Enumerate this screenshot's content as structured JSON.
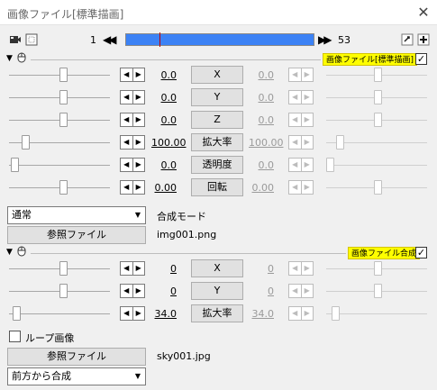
{
  "window": {
    "title": "画像ファイル[標準描画]",
    "close_glyph": "✕"
  },
  "toolbar": {
    "start_frame": "1",
    "end_frame": "53",
    "prev_glyph": "◀◀",
    "next_glyph": "▶▶",
    "playhead_fraction": 0.18
  },
  "colors": {
    "badge": "#ffff00",
    "timeline": "#3c82f5",
    "playhead": "#c00000"
  },
  "stepper_glyphs": {
    "left": "◀",
    "right": "▶"
  },
  "section1": {
    "badge": "画像ファイル[標準描画]",
    "checkbox_glyph": "✓",
    "params": [
      {
        "label": "X",
        "value": "0.0",
        "end_value": "0.0"
      },
      {
        "label": "Y",
        "value": "0.0",
        "end_value": "0.0"
      },
      {
        "label": "Z",
        "value": "0.0",
        "end_value": "0.0"
      },
      {
        "label": "拡大率",
        "value": "100.00",
        "end_value": "100.00"
      },
      {
        "label": "透明度",
        "value": "0.0",
        "end_value": "0.0"
      },
      {
        "label": "回転",
        "value": "0.00",
        "end_value": "0.00"
      }
    ],
    "blend_mode": {
      "selected": "通常",
      "label": "合成モード"
    },
    "ref_button": "参照ファイル",
    "file": "img001.png"
  },
  "section2": {
    "badge": "画像ファイル合成",
    "checkbox_glyph": "✓",
    "params": [
      {
        "label": "X",
        "value": "0",
        "end_value": "0"
      },
      {
        "label": "Y",
        "value": "0",
        "end_value": "0"
      },
      {
        "label": "拡大率",
        "value": "34.0",
        "end_value": "34.0"
      }
    ],
    "loop_label": "ループ画像",
    "ref_button": "参照ファイル",
    "file": "sky001.jpg",
    "blend_mode": {
      "selected": "前方から合成"
    }
  }
}
